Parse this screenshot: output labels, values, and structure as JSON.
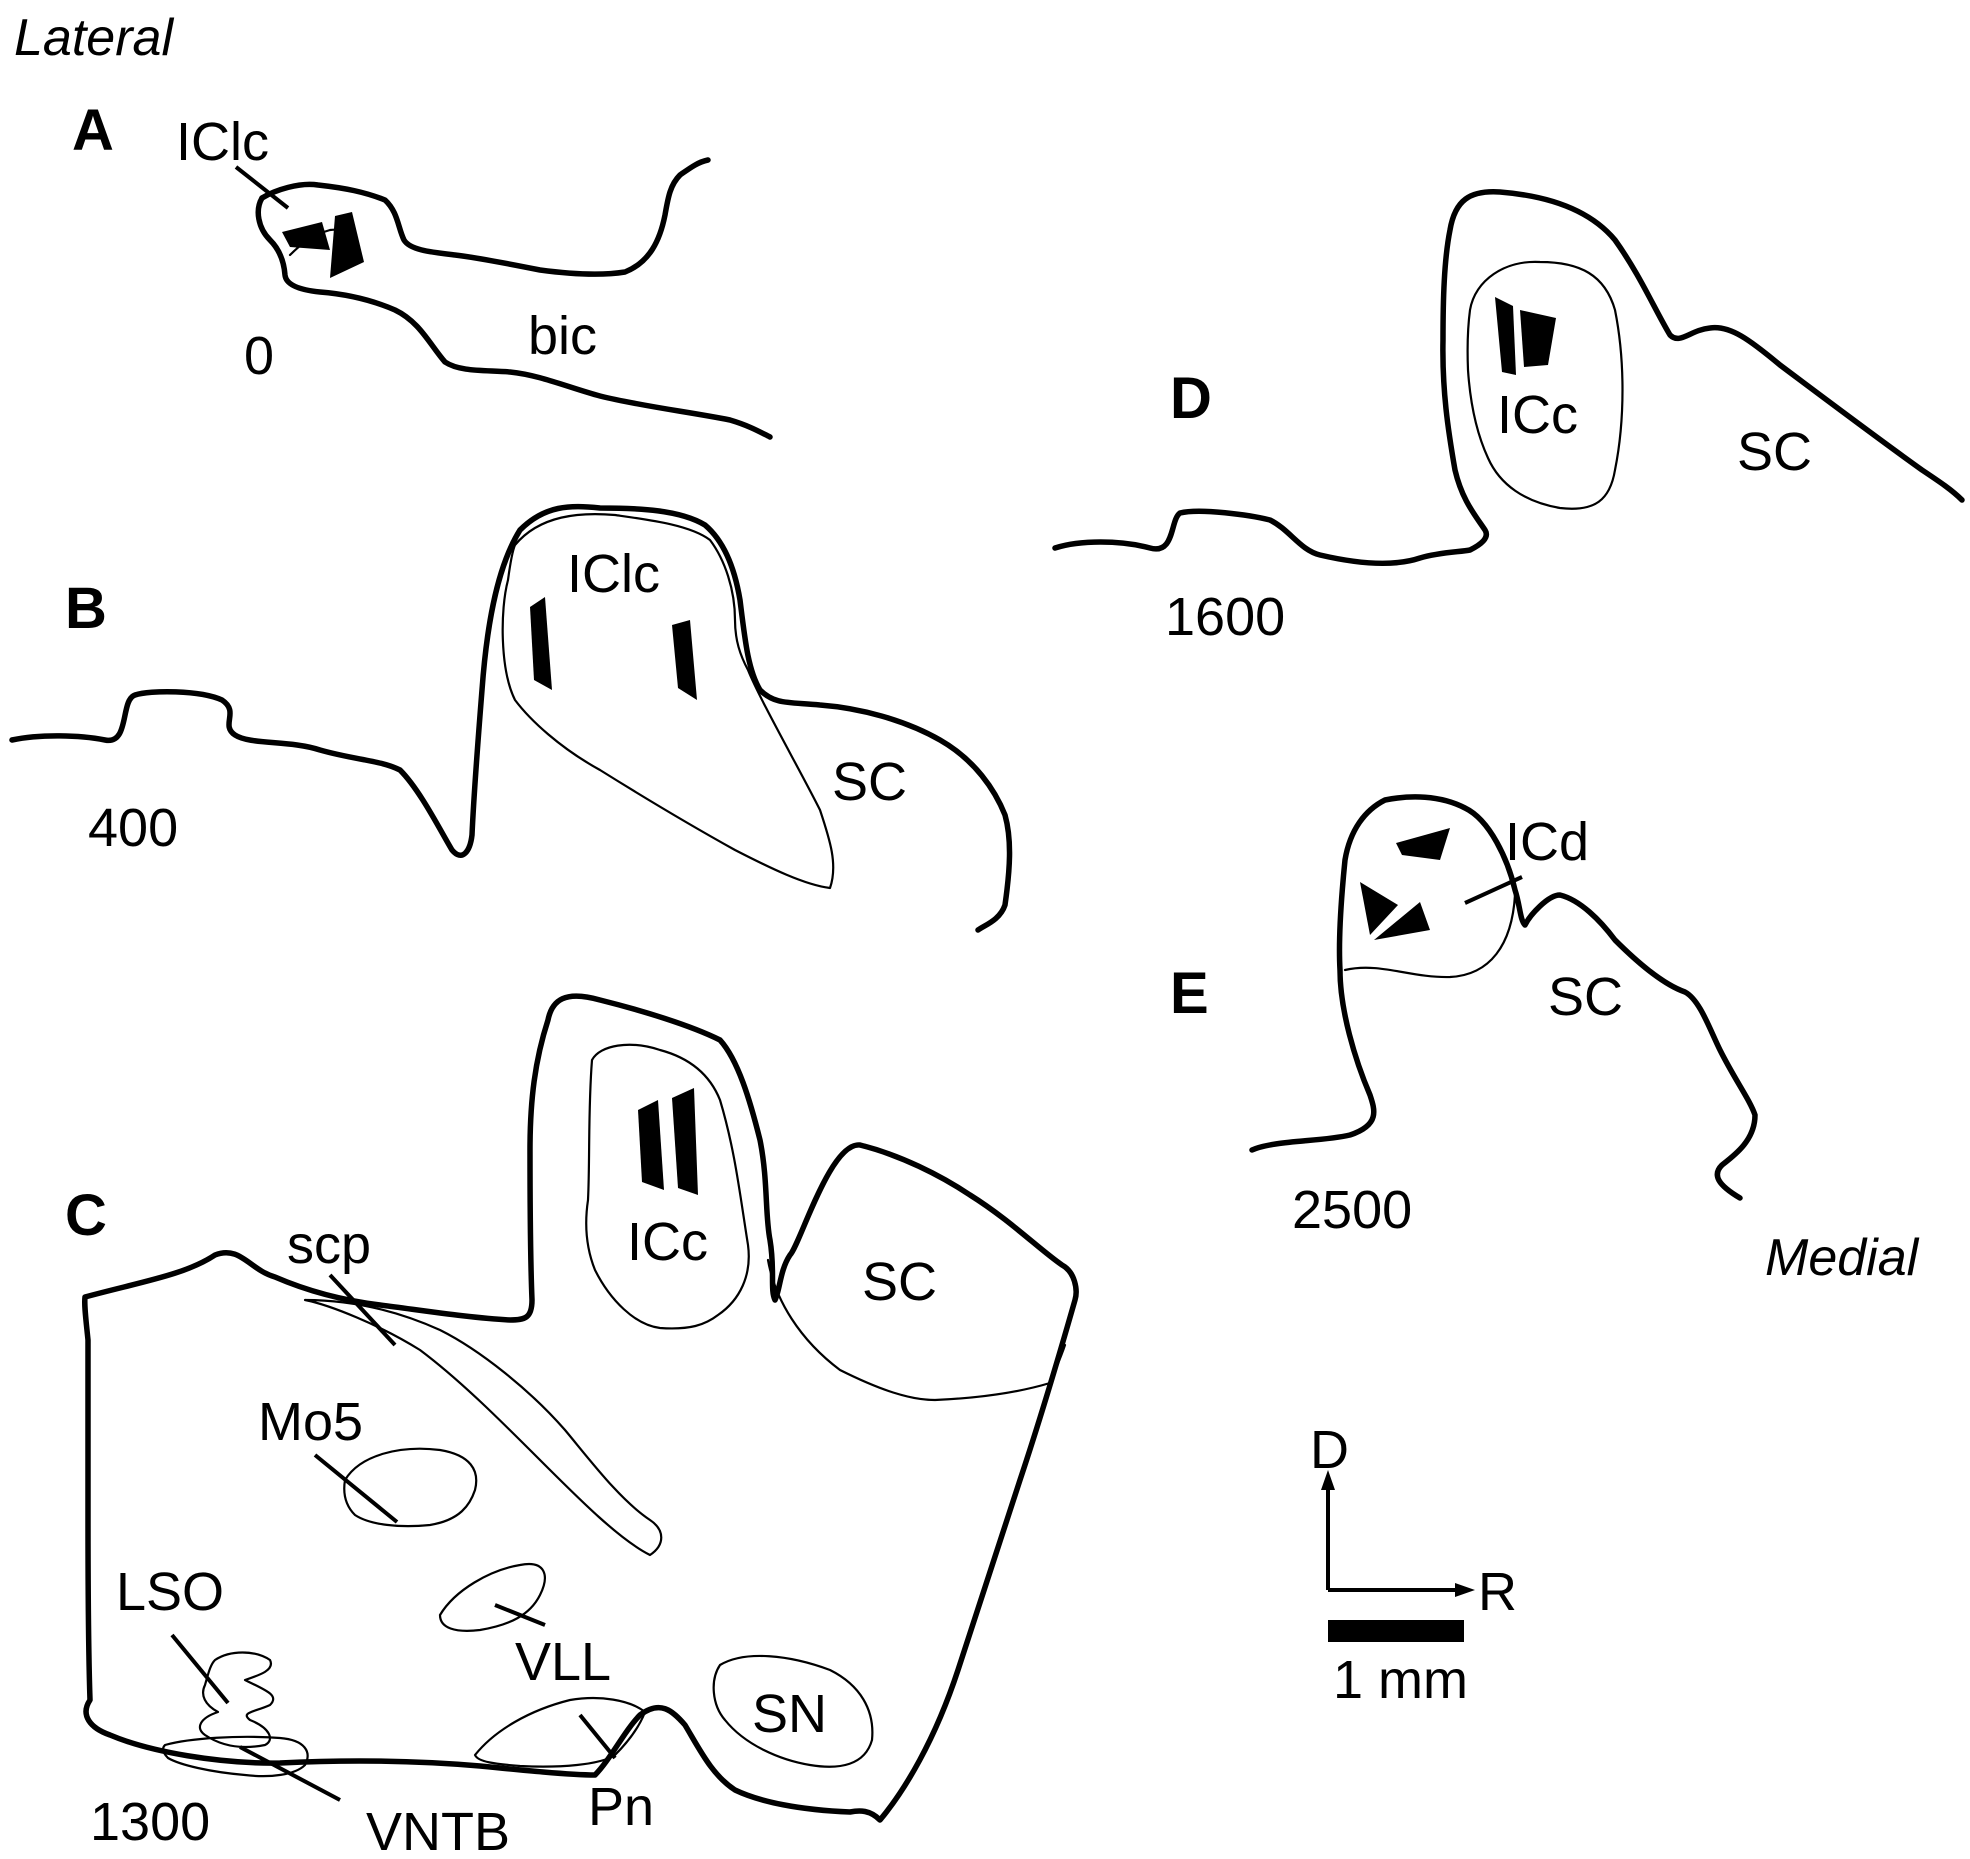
{
  "orientation": {
    "top": "Lateral",
    "bottom": "Medial"
  },
  "panels": {
    "A": {
      "letter": "A",
      "depth": "0",
      "labels": {
        "iclc": "IClc",
        "bic": "bic"
      }
    },
    "B": {
      "letter": "B",
      "depth": "400",
      "labels": {
        "iclc": "IClc",
        "sc": "SC"
      }
    },
    "C": {
      "letter": "C",
      "depth": "1300",
      "labels": {
        "icc": "ICc",
        "sc": "SC",
        "scp": "scp",
        "mo5": "Mo5",
        "vll": "VLL",
        "lso": "LSO",
        "sn": "SN",
        "pn": "Pn",
        "vntb": "VNTB"
      }
    },
    "D": {
      "letter": "D",
      "depth": "1600",
      "labels": {
        "icc": "ICc",
        "sc": "SC"
      }
    },
    "E": {
      "letter": "E",
      "depth": "2500",
      "labels": {
        "icd": "ICd",
        "sc": "SC"
      }
    }
  },
  "axes": {
    "dorsal": "D",
    "rostral": "R"
  },
  "scale_bar": {
    "label": "1 mm"
  }
}
